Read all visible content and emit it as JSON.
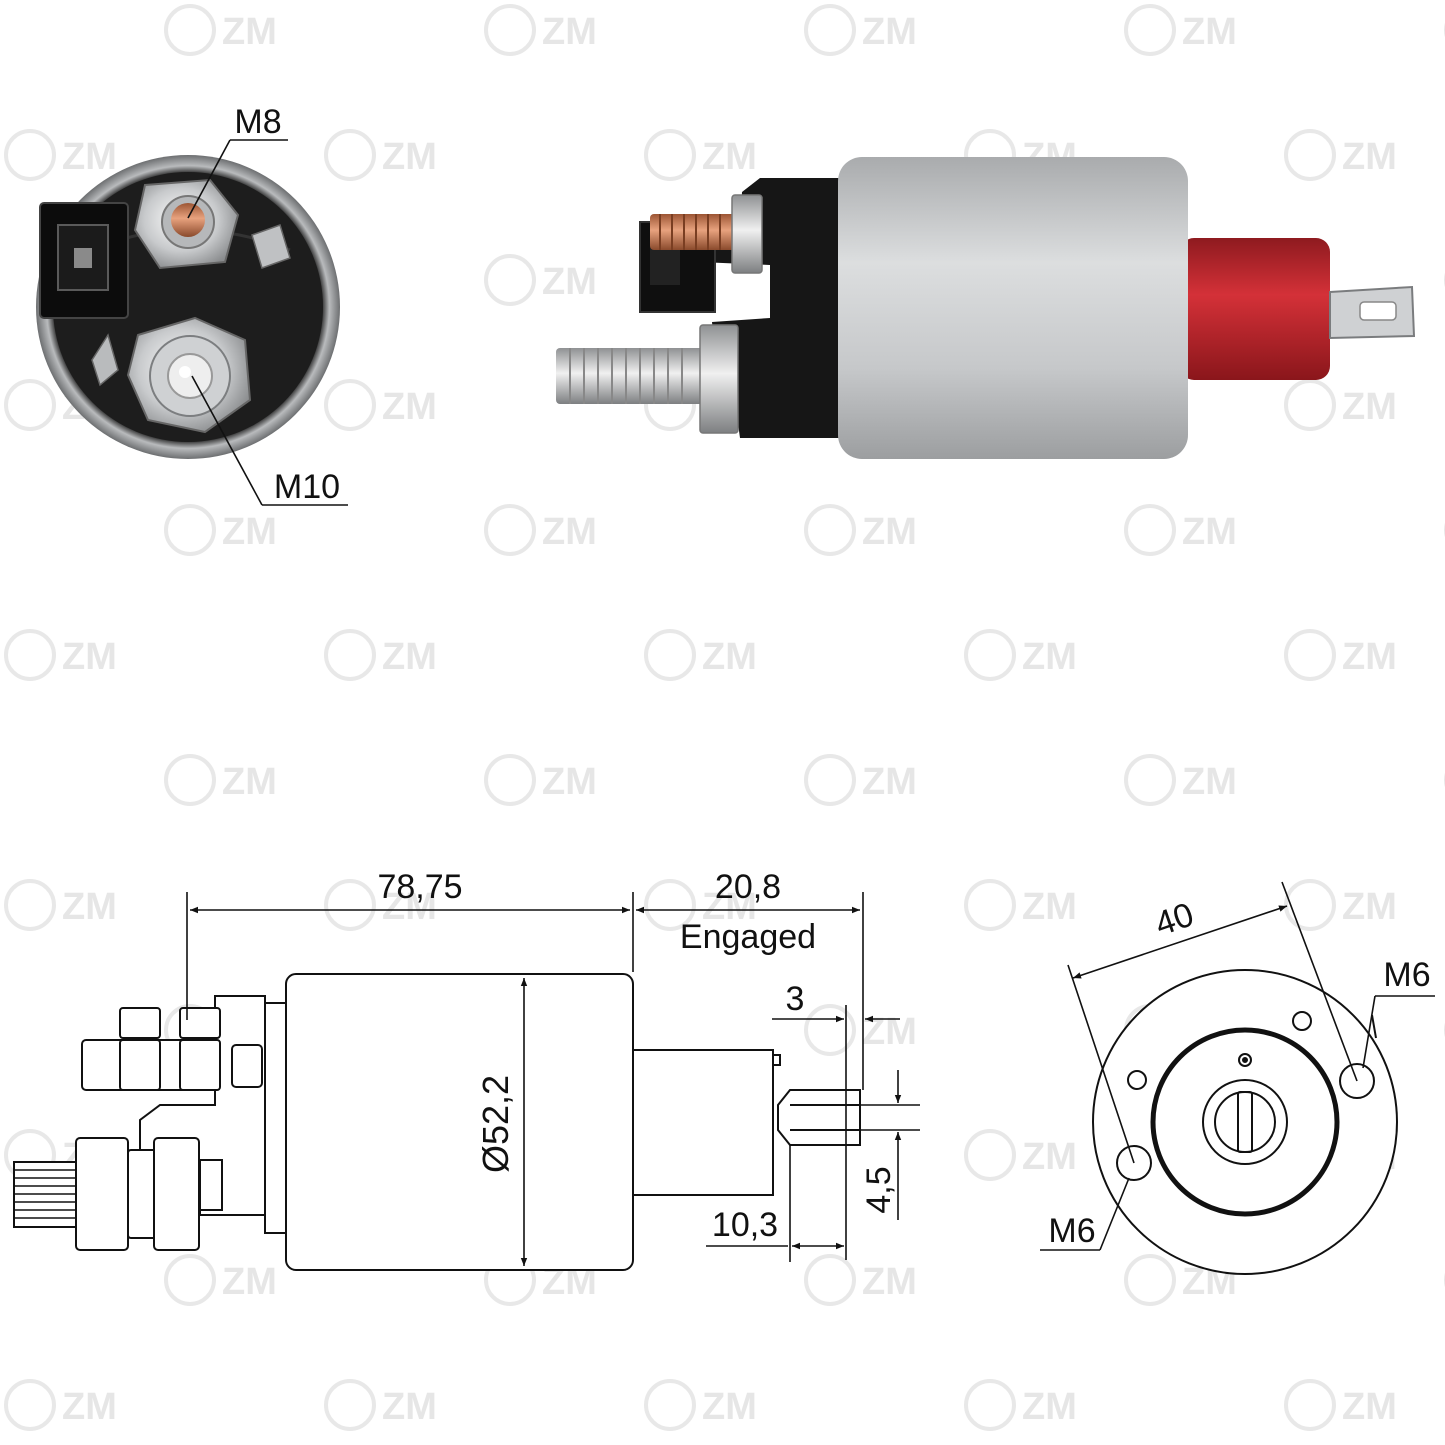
{
  "watermark": {
    "text": "ZM"
  },
  "photo_labels": {
    "terminal_small": "M8",
    "terminal_large": "M10"
  },
  "dimensions": {
    "length": "78,75",
    "travel": "20,8",
    "travel_note": "Engaged",
    "gap": "3",
    "diameter": "Ø52,2",
    "slot": "4,5",
    "plunger": "10,3",
    "bolt_spacing": "40",
    "mount_thread_top": "M6",
    "mount_thread_bottom": "M6"
  },
  "colors": {
    "body": "#c4c6c8",
    "cap": "#1a1a1a",
    "red_boot": "#c5262c",
    "copper": "#c87a52",
    "steel": "#d9dadb",
    "line": "#111111",
    "watermark": "#e6e6e6"
  }
}
